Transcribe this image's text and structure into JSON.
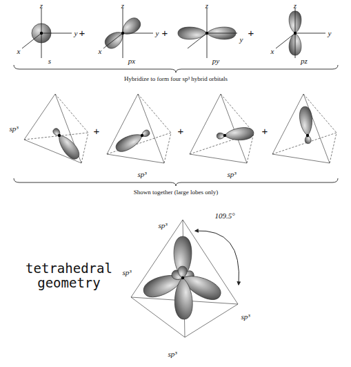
{
  "diagram": {
    "labels": [
      "z",
      "y",
      "x",
      "s",
      "+",
      "z",
      "y",
      "x",
      "px",
      "+",
      "z",
      "y",
      "py",
      "+",
      "z",
      "y",
      "x",
      "pz",
      "Hybridize to form four sp³ hybrid orbitals",
      "sp³",
      "+",
      "sp³",
      "+",
      "sp³",
      "+",
      "Shown together (large lobes only)",
      "sp³",
      "109.5°",
      "sp³",
      "tetrahedral geometry",
      "sp³",
      "sp³"
    ]
  }
}
